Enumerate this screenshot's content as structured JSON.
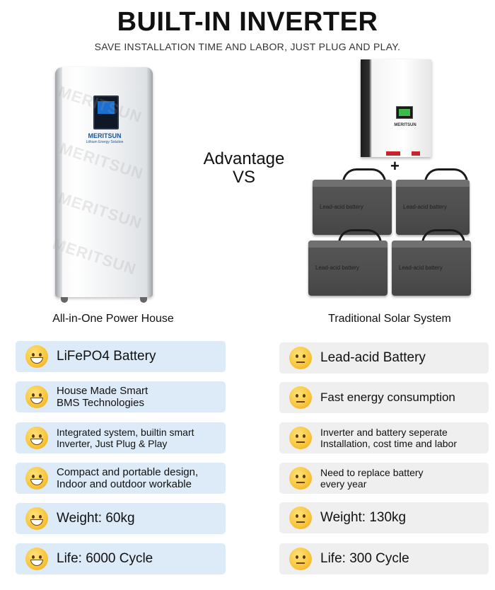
{
  "header": {
    "title": "BUILT-IN INVERTER",
    "subtitle": "SAVE INSTALLATION TIME AND LABOR, JUST PLUG AND PLAY."
  },
  "comparison": {
    "vs_line1": "Advantage",
    "vs_line2": "VS",
    "left_caption": "All-in-One Power House",
    "right_caption": "Traditional Solar System"
  },
  "product": {
    "brand": "MERITSUN",
    "brand_sub": "Lithium Energy Solution",
    "watermark": "MERITSUN",
    "battery_label": "Lead-acid battery",
    "plus": "+"
  },
  "left_items": [
    {
      "line1": "LiFePO4 Battery",
      "line2": ""
    },
    {
      "line1": "House Made Smart",
      "line2": "BMS Technologies"
    },
    {
      "line1": "Integrated system, builtin smart",
      "line2": "Inverter, Just Plug & Play"
    },
    {
      "line1": "Compact and portable design,",
      "line2": "Indoor and outdoor workable"
    },
    {
      "line1": "Weight: 60kg",
      "line2": ""
    },
    {
      "line1": "Life: 6000 Cycle",
      "line2": ""
    }
  ],
  "right_items": [
    {
      "line1": "Lead-acid Battery",
      "line2": ""
    },
    {
      "line1": "Fast energy consumption",
      "line2": ""
    },
    {
      "line1": "Inverter and battery seperate",
      "line2": "Installation, cost time and labor"
    },
    {
      "line1": "Need to replace battery",
      "line2": "every year"
    },
    {
      "line1": "Weight: 130kg",
      "line2": ""
    },
    {
      "line1": "Life: 300 Cycle",
      "line2": ""
    }
  ],
  "icons": {
    "advantage": "grinning-face-icon",
    "disadvantage": "neutral-face-icon"
  },
  "colors": {
    "advantage_bg": "#ddeaf7",
    "disadvantage_bg": "#efefef"
  }
}
